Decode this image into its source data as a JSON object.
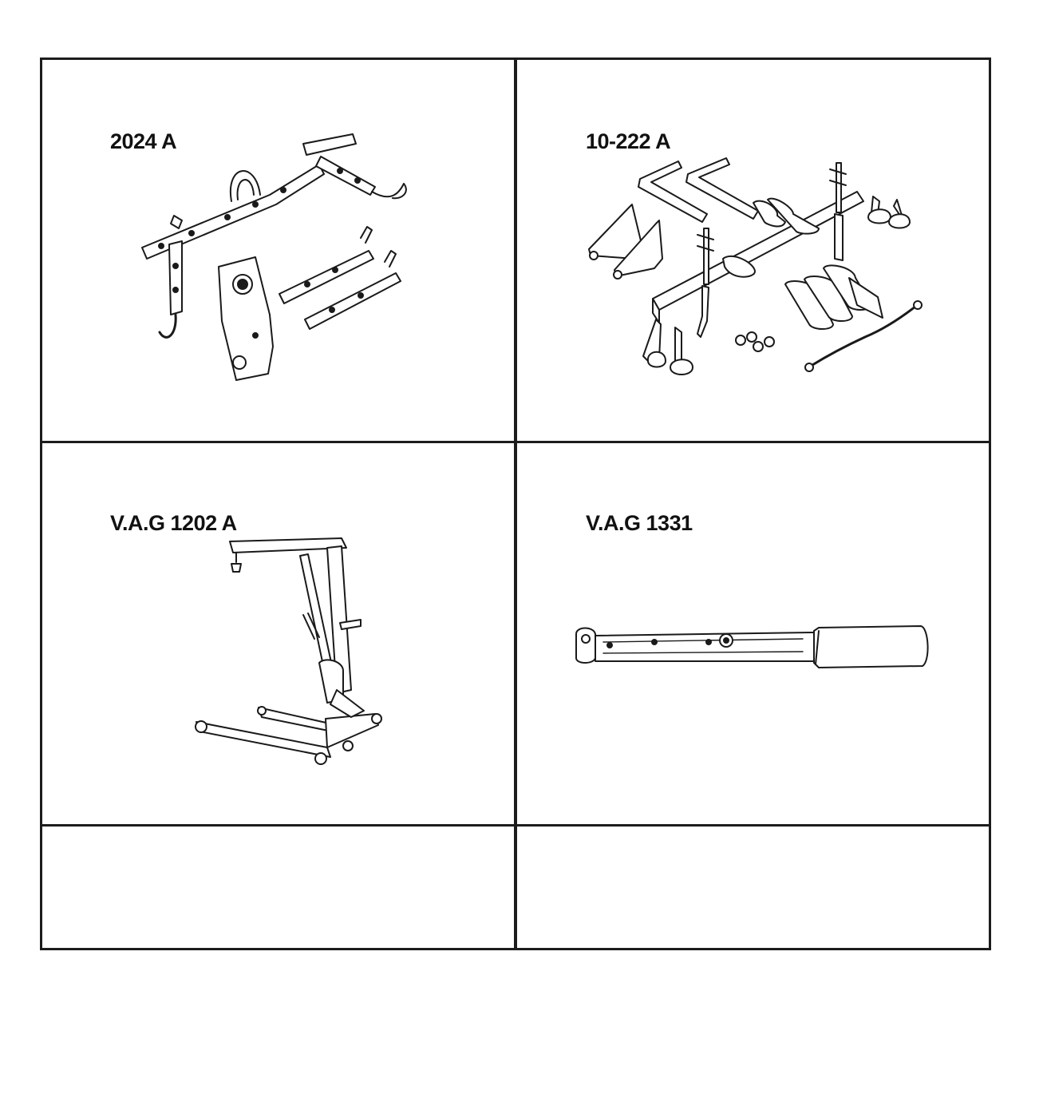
{
  "tools": [
    {
      "label": "2024 A",
      "icon": "engine-lifting-bracket-icon"
    },
    {
      "label": "10-222 A",
      "icon": "engine-support-bridge-icon"
    },
    {
      "label": "V.A.G 1202 A",
      "icon": "workshop-crane-icon"
    },
    {
      "label": "V.A.G 1331",
      "icon": "torque-wrench-icon"
    }
  ]
}
